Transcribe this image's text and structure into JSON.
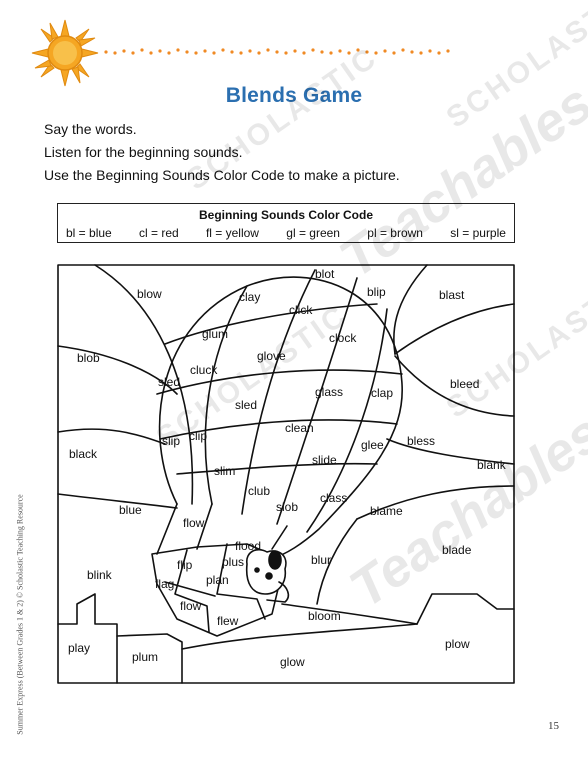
{
  "title": "Blends Game",
  "instructions": [
    "Say the words.",
    "Listen for the beginning sounds.",
    "Use the Beginning Sounds Color Code to make a picture."
  ],
  "legend": {
    "title": "Beginning Sounds Color Code",
    "items": [
      "bl = blue",
      "cl = red",
      "fl = yellow",
      "gl = green",
      "pl = brown",
      "sl = purple"
    ]
  },
  "words": {
    "blot": "blot",
    "blow": "blow",
    "clay": "clay",
    "click": "click",
    "blip": "blip",
    "blast": "blast",
    "blob": "blob",
    "glum": "glum",
    "clock": "clock",
    "glove": "glove",
    "cluck": "cluck",
    "sled1": "sled",
    "sled2": "sled",
    "glass": "glass",
    "clap": "clap",
    "bleed": "bleed",
    "clip": "clip",
    "slip": "slip",
    "clean": "clean",
    "glee": "glee",
    "bless": "bless",
    "black": "black",
    "slim": "slim",
    "slide": "slide",
    "blank": "blank",
    "club": "club",
    "class": "class",
    "slob": "slob",
    "blue": "blue",
    "flow1": "flow",
    "blame": "blame",
    "flood": "flood",
    "blade": "blade",
    "flip": "flip",
    "plus": "plus",
    "blur": "blur",
    "blink": "blink",
    "flag": "flag",
    "plan": "plan",
    "flow2": "flow",
    "flew": "flew",
    "bloom": "bloom",
    "plow": "plow",
    "play": "play",
    "plum": "plum",
    "glow": "glow"
  },
  "credit": "Summer Express (Between Grades 1 & 2) © Scholastic Teaching Resource",
  "page_number": "15",
  "watermark": {
    "brand": "SCHOLASTIC",
    "product": "Teachables"
  },
  "colors": {
    "title": "#2b6fb0",
    "sun": "#f5a623",
    "dots": "#f08a24"
  }
}
